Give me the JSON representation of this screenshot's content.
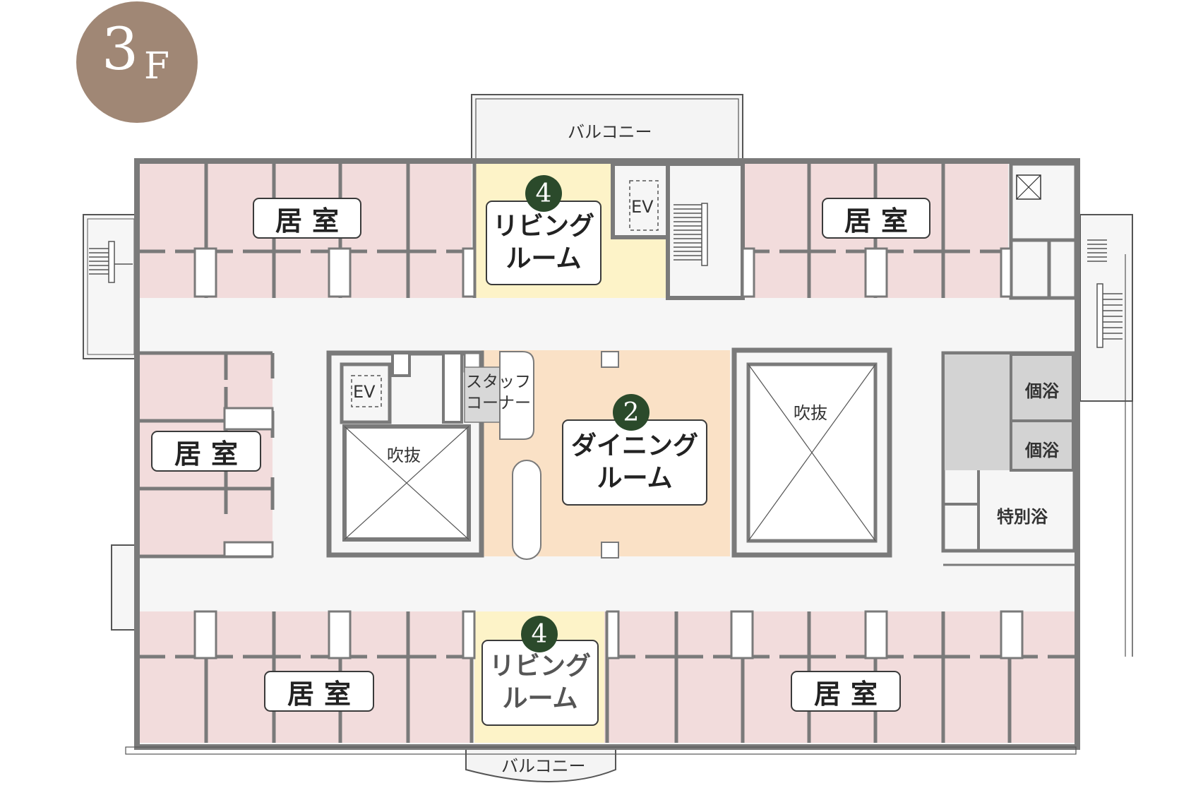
{
  "floor": {
    "number": "3",
    "unit": "F"
  },
  "balcony_top": "バルコニー",
  "balcony_bottom": "バルコニー",
  "rooms": {
    "kyoshitsu_top_left": "居室",
    "kyoshitsu_top_right": "居室",
    "kyoshitsu_left": "居室",
    "kyoshitsu_bottom_left": "居室",
    "kyoshitsu_bottom_right": "居室"
  },
  "living_top": {
    "marker": "4",
    "label": "リビング\nルーム"
  },
  "living_bottom": {
    "marker": "4",
    "label": "リビング\nルーム"
  },
  "dining": {
    "marker": "2",
    "label": "ダイニング\nルーム"
  },
  "elevator_top": "EV",
  "elevator_left": "EV",
  "staff_corner": "スタッフ\nコーナー",
  "atrium_left": "吹抜",
  "atrium_right": "吹抜",
  "baths": {
    "private_1": "個浴",
    "private_2": "個浴",
    "special": "特別浴"
  },
  "colors": {
    "wall": "#7a7a7a",
    "room_pink": "#f2dcdc",
    "corridor": "#f6f6f6",
    "living_yellow": "#fdf3c8",
    "dining_orange": "#fae1c6",
    "bath_gray": "#d3d3d3",
    "badge": "#a08775",
    "marker": "#2b4a2b"
  }
}
